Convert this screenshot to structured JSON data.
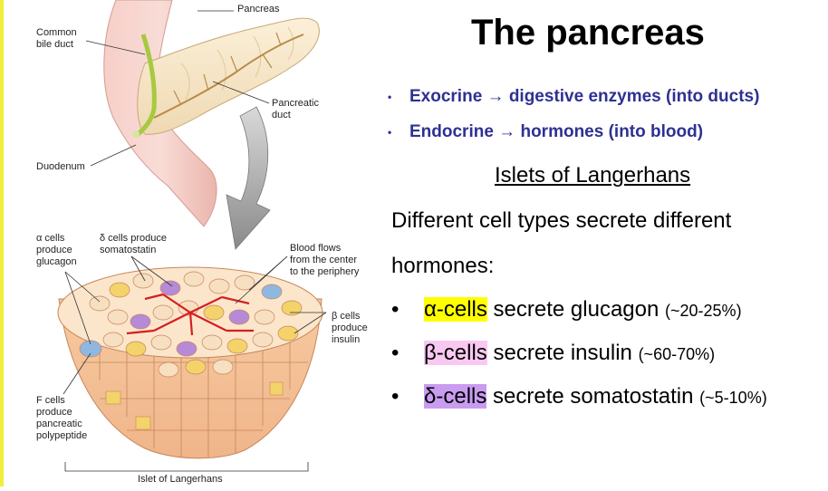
{
  "title": "The pancreas",
  "bullets": [
    {
      "text": "Exocrine → digestive enzymes (into ducts)"
    },
    {
      "text": "Endocrine → hormones (into blood)"
    }
  ],
  "subheading": "Islets of Langerhans",
  "paragraph": {
    "line1": "Different cell types secrete different",
    "line2": "hormones:"
  },
  "cells": [
    {
      "name": "α-cells",
      "rest": " secrete glucagon ",
      "pct": "(~20-25%)",
      "color": "#ffff00"
    },
    {
      "name": "β-cells",
      "rest": " secrete insulin ",
      "pct": "(~60-70%)",
      "color": "#f9c8f0"
    },
    {
      "name": "δ-cells",
      "rest": " secrete somatostatin ",
      "pct": "(~5-10%)",
      "color": "#c99cf0"
    }
  ],
  "figure": {
    "labels": {
      "pancreas": "Pancreas",
      "common_bile_duct_1": "Common",
      "common_bile_duct_2": "bile duct",
      "pancreatic_duct_1": "Pancreatic",
      "pancreatic_duct_2": "duct",
      "duodenum": "Duodenum",
      "alpha_1": "α cells",
      "alpha_2": "produce",
      "alpha_3": "glucagon",
      "delta_1": "δ cells produce",
      "delta_2": "somatostatin",
      "blood_1": "Blood flows",
      "blood_2": "from the center",
      "blood_3": "to the periphery",
      "beta_1": "β cells",
      "beta_2": "produce",
      "beta_3": "insulin",
      "f_1": "F cells",
      "f_2": "produce",
      "f_3": "pancreatic",
      "f_4": "polypeptide",
      "islet": "Islet of Langerhans"
    }
  },
  "colors": {
    "bullet_text": "#2e3192",
    "alpha_highlight": "#ffff00",
    "beta_highlight": "#f9c8f0",
    "delta_highlight": "#c99cf0",
    "accent_bar": "#f2ef3a"
  }
}
